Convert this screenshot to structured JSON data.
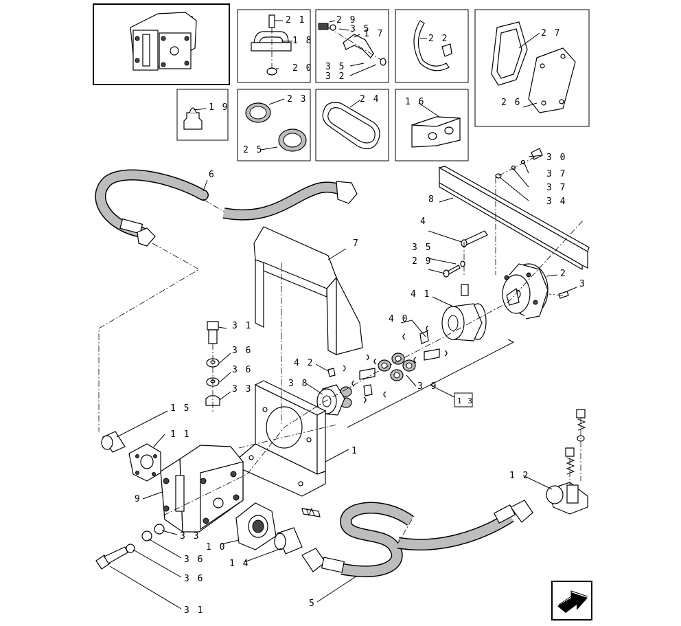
{
  "diagram": {
    "callouts": [
      {
        "id": "c21",
        "text": "2 1"
      },
      {
        "id": "c18",
        "text": "1 8"
      },
      {
        "id": "c20",
        "text": "2 0"
      },
      {
        "id": "c29a",
        "text": "2 9"
      },
      {
        "id": "c35a",
        "text": "3 5"
      },
      {
        "id": "c17",
        "text": "1 7"
      },
      {
        "id": "c35b",
        "text": "3 5"
      },
      {
        "id": "c32",
        "text": "3 2"
      },
      {
        "id": "c22",
        "text": "2 2"
      },
      {
        "id": "c27",
        "text": "2 7"
      },
      {
        "id": "c26",
        "text": "2 6"
      },
      {
        "id": "c19",
        "text": "1 9"
      },
      {
        "id": "c23",
        "text": "2 3"
      },
      {
        "id": "c25",
        "text": "2 5"
      },
      {
        "id": "c24",
        "text": "2 4"
      },
      {
        "id": "c16",
        "text": "1 6"
      },
      {
        "id": "c30",
        "text": "3 0"
      },
      {
        "id": "c37a",
        "text": "3 7"
      },
      {
        "id": "c37b",
        "text": "3 7"
      },
      {
        "id": "c34",
        "text": "3 4"
      },
      {
        "id": "c6",
        "text": "6"
      },
      {
        "id": "c8",
        "text": "8"
      },
      {
        "id": "c4",
        "text": "4"
      },
      {
        "id": "c35c",
        "text": "3 5"
      },
      {
        "id": "c29b",
        "text": "2 9"
      },
      {
        "id": "c7",
        "text": "7"
      },
      {
        "id": "c2",
        "text": "2"
      },
      {
        "id": "c3",
        "text": "3"
      },
      {
        "id": "c41",
        "text": "4 1"
      },
      {
        "id": "c40",
        "text": "4 0"
      },
      {
        "id": "c31a",
        "text": "3 1"
      },
      {
        "id": "c36a",
        "text": "3 6"
      },
      {
        "id": "c36b",
        "text": "3 6"
      },
      {
        "id": "c33a",
        "text": "3 3"
      },
      {
        "id": "c42",
        "text": "4 2"
      },
      {
        "id": "c38",
        "text": "3 8"
      },
      {
        "id": "c39",
        "text": "3 9"
      },
      {
        "id": "c13",
        "text": "1 3"
      },
      {
        "id": "c15",
        "text": "1 5"
      },
      {
        "id": "c11",
        "text": "1 1"
      },
      {
        "id": "c1",
        "text": "1"
      },
      {
        "id": "c9",
        "text": "9"
      },
      {
        "id": "c12",
        "text": "1 2"
      },
      {
        "id": "c33b",
        "text": "3 3"
      },
      {
        "id": "c36c",
        "text": "3 6"
      },
      {
        "id": "c36d",
        "text": "3 6"
      },
      {
        "id": "c10",
        "text": "1 0"
      },
      {
        "id": "c14",
        "text": "1 4"
      },
      {
        "id": "c31b",
        "text": "3 1"
      },
      {
        "id": "c5",
        "text": "5"
      }
    ]
  }
}
